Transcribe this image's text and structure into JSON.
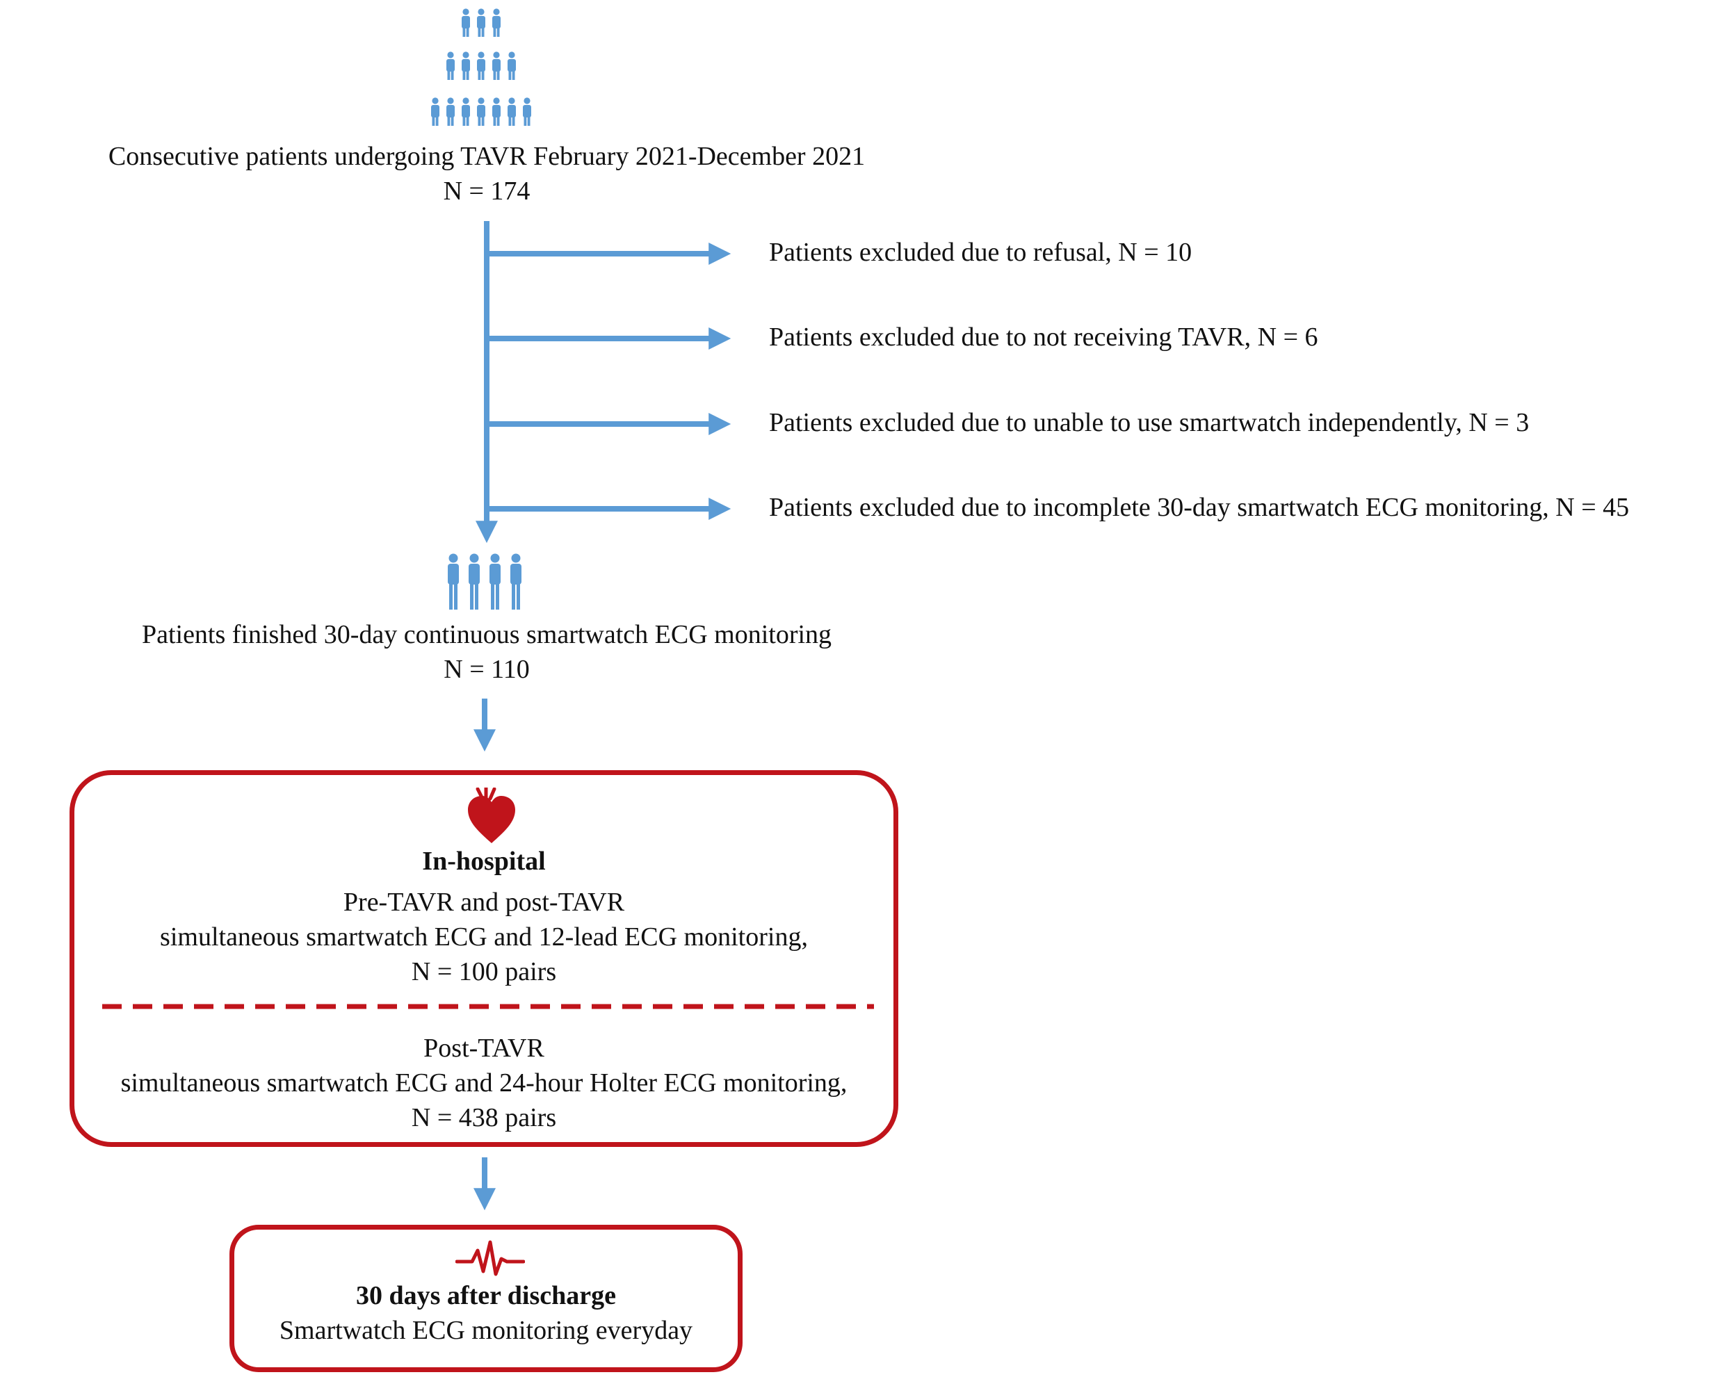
{
  "colors": {
    "arrow": "#5b9bd5",
    "box_border": "#c0141b",
    "heart": "#c0141b",
    "people": "#5b9bd5"
  },
  "top": {
    "line1": "Consecutive patients undergoing TAVR February 2021-December 2021",
    "line2": "N = 174"
  },
  "exclusions": [
    {
      "label": "Patients excluded due to refusal, N = 10"
    },
    {
      "label": "Patients excluded due to not receiving TAVR, N = 6"
    },
    {
      "label": "Patients excluded due to unable to use smartwatch independently, N = 3"
    },
    {
      "label": "Patients excluded due to incomplete 30-day smartwatch ECG monitoring, N = 45"
    }
  ],
  "finished": {
    "line1": "Patients finished 30-day continuous smartwatch ECG monitoring",
    "line2": "N = 110"
  },
  "inhospital": {
    "title": "In-hospital",
    "section1": {
      "line1": "Pre-TAVR and post-TAVR",
      "line2": "simultaneous smartwatch ECG and 12-lead ECG monitoring,",
      "line3": "N = 100 pairs"
    },
    "section2": {
      "line1": "Post-TAVR",
      "line2": "simultaneous smartwatch ECG and 24-hour Holter ECG monitoring,",
      "line3": "N = 438 pairs"
    }
  },
  "followup": {
    "title": "30 days after discharge",
    "line1": "Smartwatch ECG monitoring everyday"
  },
  "icons": {
    "crowd": "people-pyramid-icon",
    "group": "people-group-icon",
    "heart": "heart-icon",
    "ecg": "ecg-pulse-icon"
  }
}
